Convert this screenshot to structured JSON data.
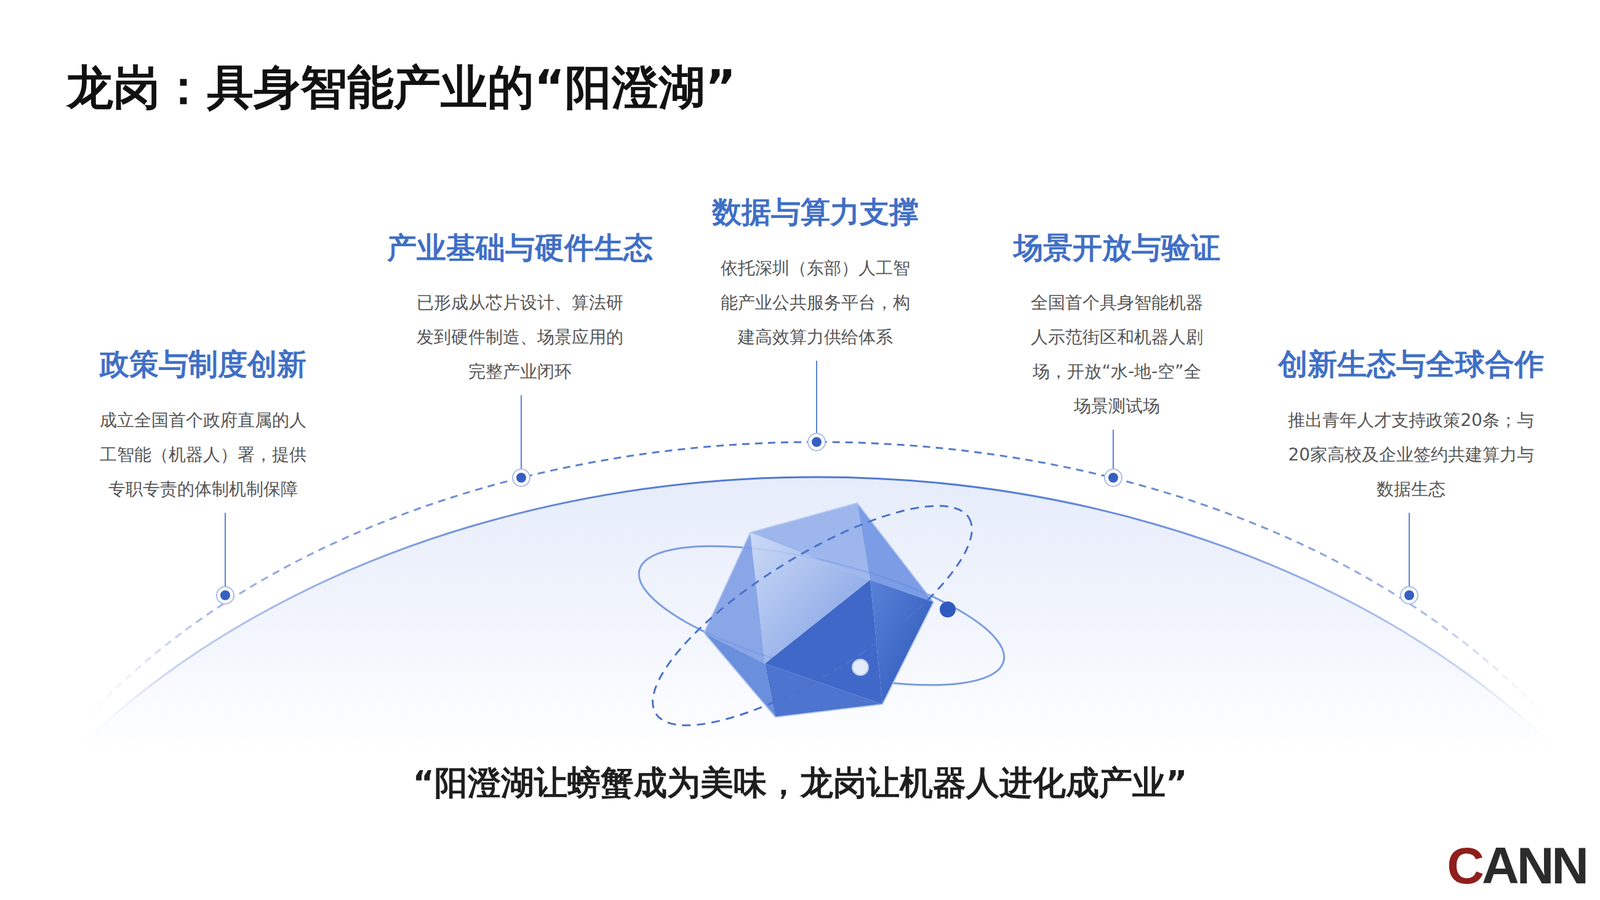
{
  "diagram": {
    "title": "龙岗：具身智能产业的“阳澄湖”",
    "caption": "“阳澄湖让螃蟹成为美味，龙岗让机器人进化成产业”",
    "labels": [
      "政策与制度创新",
      "成立全国首个政府直属的人工智能（机器人）署，提供专职专责的体制机制保障",
      "产业基础与硬件生态",
      "已形成从芯片设计、算法研发到硬件制造、场景应用的完整产业闭环",
      "数据与算力支撑",
      "依托深圳（东部）人工智能产业公共服务平台，构建高效算力供给体系",
      "场景开放与验证",
      "全国首个具身智能机器人示范街区和机器人剧场，开放“水-地-空”全场景测试场",
      "创新生态与全球合作",
      "推出青年人才支持政策20条；与20家高校及企业签约共建算力与数据生态",
      "CANN"
    ]
  }
}
